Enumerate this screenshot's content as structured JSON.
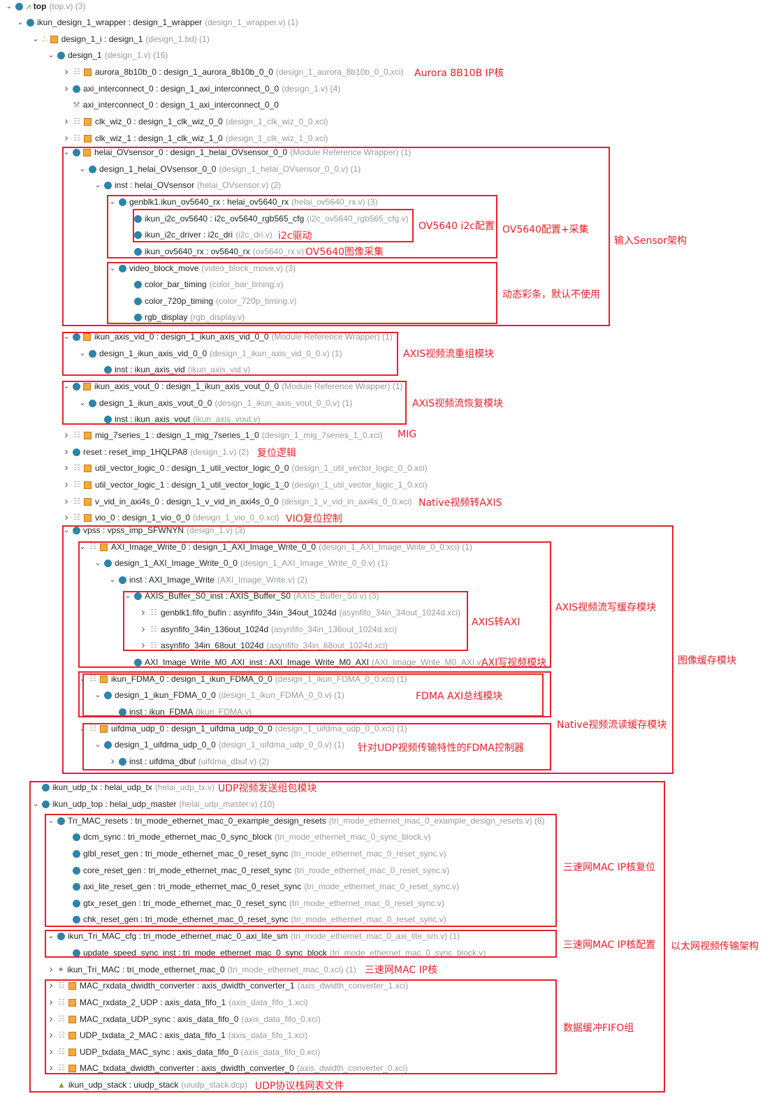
{
  "rows": [
    {
      "name": "top",
      "detail": "(top.v) (3)"
    },
    {
      "name": "ikun_design_1_wrapper : design_1_wrapper",
      "detail": "(design_1_wrapper.v) (1)"
    },
    {
      "name": "design_1_i : design_1",
      "detail": "(design_1.bd) (1)"
    },
    {
      "name": "design_1",
      "detail": "(design_1.v) (16)"
    },
    {
      "name": "aurora_8b10b_0 : design_1_aurora_8b10b_0_0",
      "detail": "(design_1_aurora_8b10b_0_0.xci)"
    },
    {
      "name": "axi_interconnect_0 : design_1_axi_interconnect_0_0",
      "detail": "(design_1.v) (4)"
    },
    {
      "name": "axi_interconnect_0 : design_1_axi_interconnect_0_0",
      "detail": ""
    },
    {
      "name": "clk_wiz_0 : design_1_clk_wiz_0_0",
      "detail": "(design_1_clk_wiz_0_0.xci)"
    },
    {
      "name": "clk_wiz_1 : design_1_clk_wiz_1_0",
      "detail": "(design_1_clk_wiz_1_0.xci)"
    },
    {
      "name": "helai_OVsensor_0 : design_1_helai_OVsensor_0_0",
      "detail": "(Module Reference Wrapper) (1)"
    },
    {
      "name": "design_1_helai_OVsensor_0_0",
      "detail": "(design_1_helai_OVsensor_0_0.v) (1)"
    },
    {
      "name": "inst : helai_OVsensor",
      "detail": "(helai_OVsensor.v) (2)"
    },
    {
      "name": "genblk1.ikun_ov5640_rx : helai_ov5640_rx",
      "detail": "(helai_ov5640_rx.v) (3)"
    },
    {
      "name": "ikun_i2c_ov5640 : i2c_ov5640_rgb565_cfg",
      "detail": "(i2c_ov5640_rgb565_cfg.v)"
    },
    {
      "name": "ikun_i2c_driver : i2c_dri",
      "detail": "(i2c_dri.v)"
    },
    {
      "name": "ikun_ov5640_rx : ov5640_rx",
      "detail": "(ov5640_rx.v)"
    },
    {
      "name": "video_block_move",
      "detail": "(video_block_move.v) (3)"
    },
    {
      "name": "color_bar_timing",
      "detail": "(color_bar_timing.v)"
    },
    {
      "name": "color_720p_timing",
      "detail": "(color_720p_timing.v)"
    },
    {
      "name": "rgb_display",
      "detail": "(rgb_display.v)"
    },
    {
      "name": "ikun_axis_vid_0 : design_1_ikun_axis_vid_0_0",
      "detail": "(Module Reference Wrapper) (1)"
    },
    {
      "name": "design_1_ikun_axis_vid_0_0",
      "detail": "(design_1_ikun_axis_vid_0_0.v) (1)"
    },
    {
      "name": "inst : ikun_axis_vid",
      "detail": "(ikun_axis_vid.v)"
    },
    {
      "name": "ikun_axis_vout_0 : design_1_ikun_axis_vout_0_0",
      "detail": "(Module Reference Wrapper) (1)"
    },
    {
      "name": "design_1_ikun_axis_vout_0_0",
      "detail": "(design_1_ikun_axis_vout_0_0.v) (1)"
    },
    {
      "name": "inst : ikun_axis_vout",
      "detail": "(ikun_axis_vout.v)"
    },
    {
      "name": "mig_7series_1 : design_1_mig_7series_1_0",
      "detail": "(design_1_mig_7series_1_0.xci)"
    },
    {
      "name": "reset : reset_imp_1HQLPA8",
      "detail": "(design_1.v) (2)"
    },
    {
      "name": "util_vector_logic_0 : design_1_util_vector_logic_0_0",
      "detail": "(design_1_util_vector_logic_0_0.xci)"
    },
    {
      "name": "util_vector_logic_1 : design_1_util_vector_logic_1_0",
      "detail": "(design_1_util_vector_logic_1_0.xci)"
    },
    {
      "name": "v_vid_in_axi4s_0 : design_1_v_vid_in_axi4s_0_0",
      "detail": "(design_1_v_vid_in_axi4s_0_0.xci)"
    },
    {
      "name": "vio_0 : design_1_vio_0_0",
      "detail": "(design_1_vio_0_0.xci)"
    },
    {
      "name": "vpss : vpss_imp_SFWNYN",
      "detail": "(design_1.v) (3)"
    },
    {
      "name": "AXI_Image_Write_0 : design_1_AXI_Image_Write_0_0",
      "detail": "(design_1_AXI_Image_Write_0_0.xci) (1)"
    },
    {
      "name": "design_1_AXI_Image_Write_0_0",
      "detail": "(design_1_AXI_Image_Write_0_0.v) (1)"
    },
    {
      "name": "inst : AXI_Image_Write",
      "detail": "(AXI_Image_Write.v) (2)"
    },
    {
      "name": "AXIS_Buffer_S0_inst : AXIS_Buffer_S0",
      "detail": "(AXIS_Buffer_S0.v) (3)"
    },
    {
      "name": "genblk1.fifo_bufin : asynfifo_34in_34out_1024d",
      "detail": "(asynfifo_34in_34out_1024d.xci)"
    },
    {
      "name": "asynfifo_34in_136out_1024d",
      "detail": "(asynfifo_34in_136out_1024d.xci)"
    },
    {
      "name": "asynfifo_34in_68out_1024d",
      "detail": "(asynfifo_34in_68out_1024d.xci)"
    },
    {
      "name": "AXI_Image_Write_M0_AXI_inst : AXI_Image_Write_M0_AXI",
      "detail": "(AXI_Image_Write_M0_AXI.v)"
    },
    {
      "name": "ikun_FDMA_0 : design_1_ikun_FDMA_0_0",
      "detail": "(design_1_ikun_FDMA_0_0.xci) (1)"
    },
    {
      "name": "design_1_ikun_FDMA_0_0",
      "detail": "(design_1_ikun_FDMA_0_0.v) (1)"
    },
    {
      "name": "inst : ikun_FDMA",
      "detail": "(ikun_FDMA.v)"
    },
    {
      "name": "uifdma_udp_0 : design_1_uifdma_udp_0_0",
      "detail": "(design_1_uifdma_udp_0_0.xci) (1)"
    },
    {
      "name": "design_1_uifdma_udp_0_0",
      "detail": "(design_1_uifdma_udp_0_0.v) (1)"
    },
    {
      "name": "inst : uifdma_dbuf",
      "detail": "(uifdma_dbuf.v) (2)"
    },
    {
      "name": "ikun_udp_tx : helai_udp_tx",
      "detail": "(helai_udp_tx.v)"
    },
    {
      "name": "ikun_udp_top : helai_udp_master",
      "detail": "(helai_udp_master.v) (10)"
    },
    {
      "name": "Tri_MAC_resets : tri_mode_ethernet_mac_0_example_design_resets",
      "detail": "(tri_mode_ethernet_mac_0_example_design_resets.v) (6)"
    },
    {
      "name": "dcm_sync : tri_mode_ethernet_mac_0_sync_block",
      "detail": "(tri_mode_ethernet_mac_0_sync_block.v)"
    },
    {
      "name": "glbl_reset_gen : tri_mode_ethernet_mac_0_reset_sync",
      "detail": "(tri_mode_ethernet_mac_0_reset_sync.v)"
    },
    {
      "name": "core_reset_gen : tri_mode_ethernet_mac_0_reset_sync",
      "detail": "(tri_mode_ethernet_mac_0_reset_sync.v)"
    },
    {
      "name": "axi_lite_reset_gen : tri_mode_ethernet_mac_0_reset_sync",
      "detail": "(tri_mode_ethernet_mac_0_reset_sync.v)"
    },
    {
      "name": "gtx_reset_gen : tri_mode_ethernet_mac_0_reset_sync",
      "detail": "(tri_mode_ethernet_mac_0_reset_sync.v)"
    },
    {
      "name": "chk_reset_gen : tri_mode_ethernet_mac_0_reset_sync",
      "detail": "(tri_mode_ethernet_mac_0_reset_sync.v)"
    },
    {
      "name": "ikun_Tri_MAC_cfg : tri_mode_ethernet_mac_0_axi_lite_sm",
      "detail": "(tri_mode_ethernet_mac_0_axi_lite_sm.v) (1)"
    },
    {
      "name": "update_speed_sync_inst : tri_mode_ethernet_mac_0_sync_block",
      "detail": "(tri_mode_ethernet_mac_0_sync_block.v)"
    },
    {
      "name": "ikun_Tri_MAC : tri_mode_ethernet_mac_0",
      "detail": "(tri_mode_ethernet_mac_0.xci) (1)"
    },
    {
      "name": "MAC_rxdata_dwidth_converter : axis_dwidth_converter_1",
      "detail": "(axis_dwidth_converter_1.xci)"
    },
    {
      "name": "MAC_rxdata_2_UDP : axis_data_fifo_1",
      "detail": "(axis_data_fifo_1.xci)"
    },
    {
      "name": "MAC_rxdata_UDP_sync : axis_data_fifo_0",
      "detail": "(axis_data_fifo_0.xci)"
    },
    {
      "name": "UDP_txdata_2_MAC : axis_data_fifo_1",
      "detail": "(axis_data_fifo_1.xci)"
    },
    {
      "name": "UDP_txdata_MAC_sync : axis_data_fifo_0",
      "detail": "(axis_data_fifo_0.xci)"
    },
    {
      "name": "MAC_txdata_dwidth_converter : axis_dwidth_converter_0",
      "detail": "(axis_dwidth_converter_0.xci)"
    },
    {
      "name": "ikun_udp_stack : uiudp_stack",
      "detail": "(uiudp_stack.dcp)"
    }
  ],
  "annotations": [
    "Aurora 8B10B IP核",
    "OV5640 i2c配置",
    "OV5640配置+采集",
    "i2c驱动",
    "OV5640图像采集",
    "输入Sensor架构",
    "动态彩条，默认不使用",
    "AXIS视频流重组模块",
    "AXIS视频流恢复模块",
    "MIG",
    "复位逻辑",
    "Native视频转AXIS",
    "VIO复位控制",
    "AXIS视频流写缓存模块",
    "AXIS转AXI",
    "AXI写视频模块",
    "图像缓存模块",
    "FDMA AXI总线模块",
    "Native视频流读缓存模块",
    "针对UDP视频传输特性的FDMA控制器",
    "UDP视频发送组包模块",
    "三速网MAC IP核复位",
    "三速网MAC IP核配置",
    "以太网视频传输架构",
    "三速网MAC IP核",
    "数据缓冲FIFO组",
    "UDP协议栈网表文件"
  ]
}
